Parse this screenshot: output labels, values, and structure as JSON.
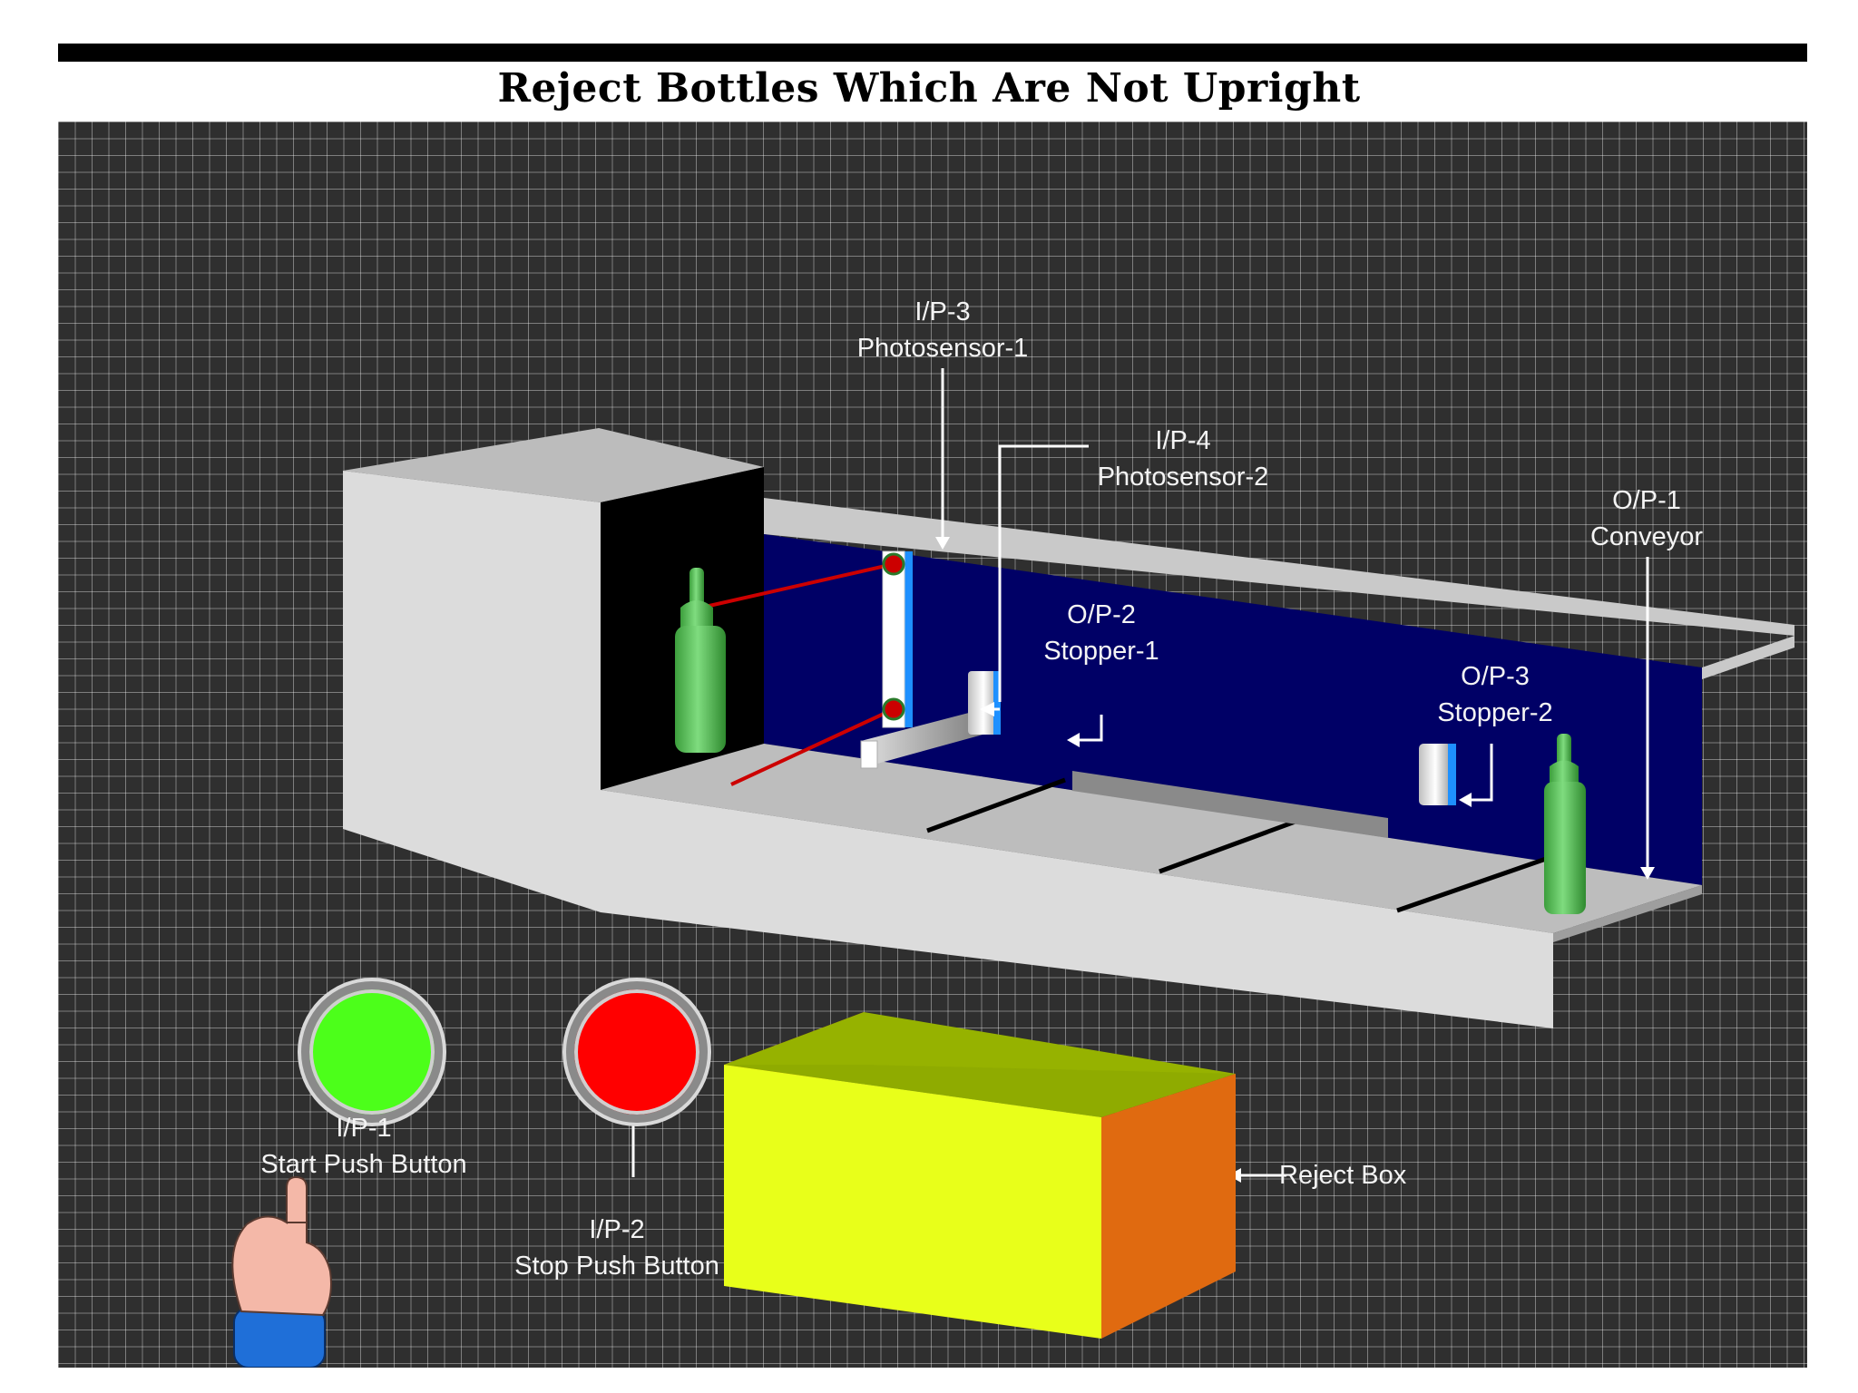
{
  "title": "Reject Bottles Which Are Not Upright",
  "labels": {
    "ip3_id": "I/P-3",
    "ip3_name": "Photosensor-1",
    "ip4_id": "I/P-4",
    "ip4_name": "Photosensor-2",
    "op1_id": "O/P-1",
    "op1_name": "Conveyor",
    "op2_id": "O/P-2",
    "op2_name": "Stopper-1",
    "op3_id": "O/P-3",
    "op3_name": "Stopper-2",
    "ip1_id": "I/P-1",
    "ip1_name": "Start Push Button",
    "ip2_id": "I/P-2",
    "ip2_name": "Stop Push Button",
    "reject_box": "Reject Box"
  },
  "colors": {
    "background": "#2f2f2f",
    "grid": "#bdbdbd",
    "conveyor_back_wall": "#000066",
    "conveyor_light": "#dcdcdc",
    "bottle": "#4fc04f",
    "sensor_beam": "#cc0000",
    "start_button": "#4cff1a",
    "stop_button": "#ff0000",
    "box_front": "#e8ff1a",
    "box_side": "#e06a10",
    "box_inside": "#96b200",
    "hand": "#f4b8a8",
    "sleeve": "#1f6fd8"
  },
  "icons": {
    "pointer": "hand-pointer-icon"
  }
}
